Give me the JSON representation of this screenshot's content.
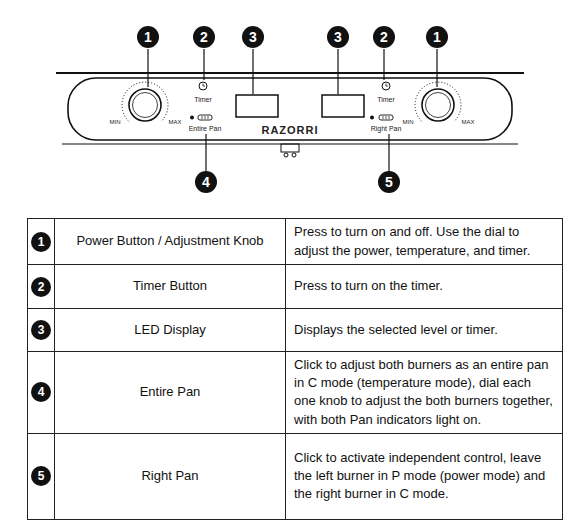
{
  "diagram": {
    "labels": [
      "1",
      "2",
      "3",
      "3",
      "2",
      "1",
      "MIN",
      "MAX",
      "Timer",
      "Entire Pan",
      "RAZORRI",
      "Timer",
      "Right Pan",
      "MIN",
      "MAX",
      "4",
      "5",
      "1",
      "Power Button / Adjustment Knob",
      "Press to turn on and off. Use the dial to adjust the power, temperature, and timer.",
      "2",
      "Timer Button",
      "Press to turn on the timer.",
      "3",
      "LED Display",
      "Displays the selected level or timer.",
      "4",
      "Entire Pan",
      "Click to adjust both burners as an entire pan in C mode (temperature mode), dial each one knob to adjust the both burners together, with both Pan indicators light on.",
      "5",
      "Right Pan",
      "Click to activate independent control, leave the left burner in P mode (power mode) and the right burner in C mode."
    ]
  }
}
